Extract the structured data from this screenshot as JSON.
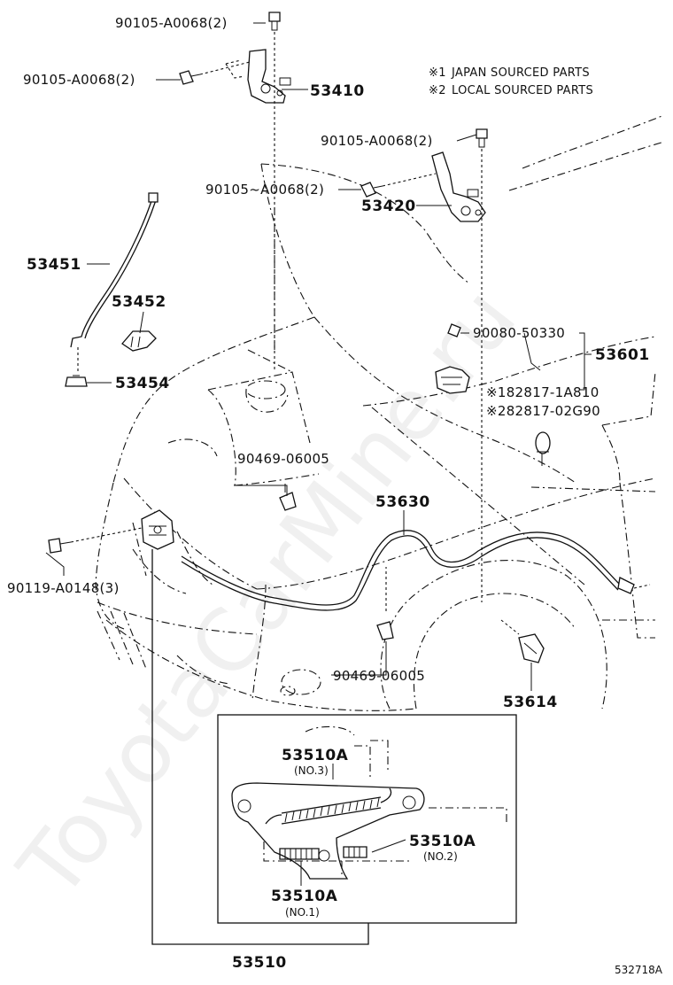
{
  "notes": [
    {
      "mark": "※1",
      "text": "JAPAN SOURCED PARTS"
    },
    {
      "mark": "※2",
      "text": "LOCAL SOURCED PARTS"
    }
  ],
  "parts": {
    "bolt_top": "90105-A0068(2)",
    "bolt_left": "90105-A0068(2)",
    "hinge_lh": "53410",
    "bolt_mid_right": "90105-A0068(2)",
    "bolt_mid": "90105~A0068(2)",
    "hinge_rh": "53420",
    "support_rod": "53451",
    "holder": "53452",
    "grommet": "53454",
    "clip_latch": "90080-50330",
    "lock_assy": "53601",
    "cushion_jp": "※182817-1A810",
    "cushion_local": "※282817-02G90",
    "clamp_upper": "90469-06005",
    "cable": "53630",
    "bolt_front": "90119-A0148(3)",
    "clamp_lower": "90469-06005",
    "lever": "53614",
    "spring_no3": "53510A",
    "spring_no3_tag": "(NO.3)",
    "spring_no2": "53510A",
    "spring_no2_tag": "(NO.2)",
    "spring_no1": "53510A",
    "spring_no1_tag": "(NO.1)",
    "latch_assy": "53510"
  },
  "figure_id": "532718A",
  "watermark": "ToyotaCarMine.ru"
}
